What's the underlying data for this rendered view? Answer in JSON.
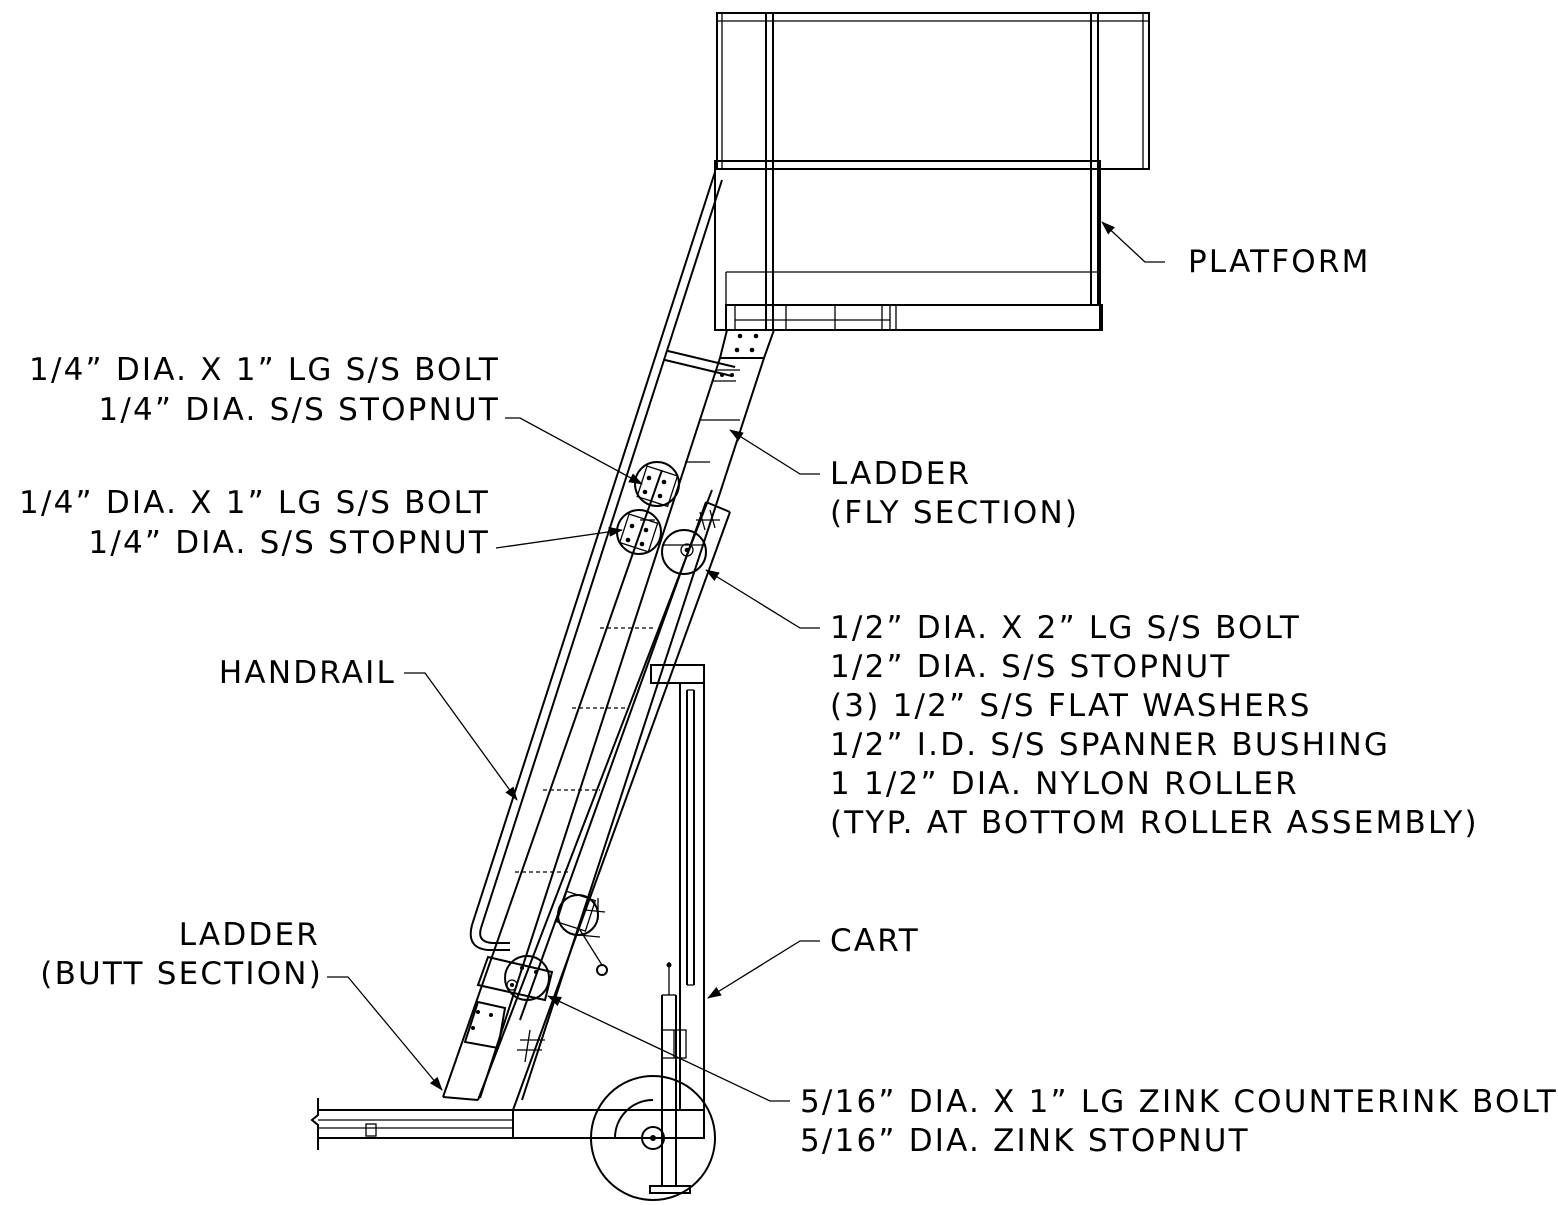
{
  "labels": {
    "platform": "PLATFORM",
    "bolt_quarter_upper_1": "1/4” DIA. X 1” LG S/S BOLT",
    "bolt_quarter_upper_2": "1/4” DIA. S/S STOPNUT",
    "bolt_quarter_lower_1": "1/4” DIA. X 1” LG S/S BOLT",
    "bolt_quarter_lower_2": "1/4” DIA. S/S STOPNUT",
    "ladder_fly_1": "LADDER",
    "ladder_fly_2": "(FLY SECTION)",
    "roller_1": "1/2” DIA. X 2” LG S/S BOLT",
    "roller_2": "1/2” DIA. S/S STOPNUT",
    "roller_3": "(3) 1/2” S/S FLAT WASHERS",
    "roller_4": "1/2” I.D. S/S SPANNER BUSHING",
    "roller_5": "1 1/2” DIA. NYLON ROLLER",
    "roller_6": "(TYP. AT BOTTOM ROLLER ASSEMBLY)",
    "handrail": "HANDRAIL",
    "cart": "CART",
    "ladder_butt_1": "LADDER",
    "ladder_butt_2": "(BUTT SECTION)",
    "counter_bolt_1": "5/16” DIA. X 1” LG ZINK COUNTERINK BOLT",
    "counter_bolt_2": "5/16” DIA. ZINK STOPNUT"
  }
}
